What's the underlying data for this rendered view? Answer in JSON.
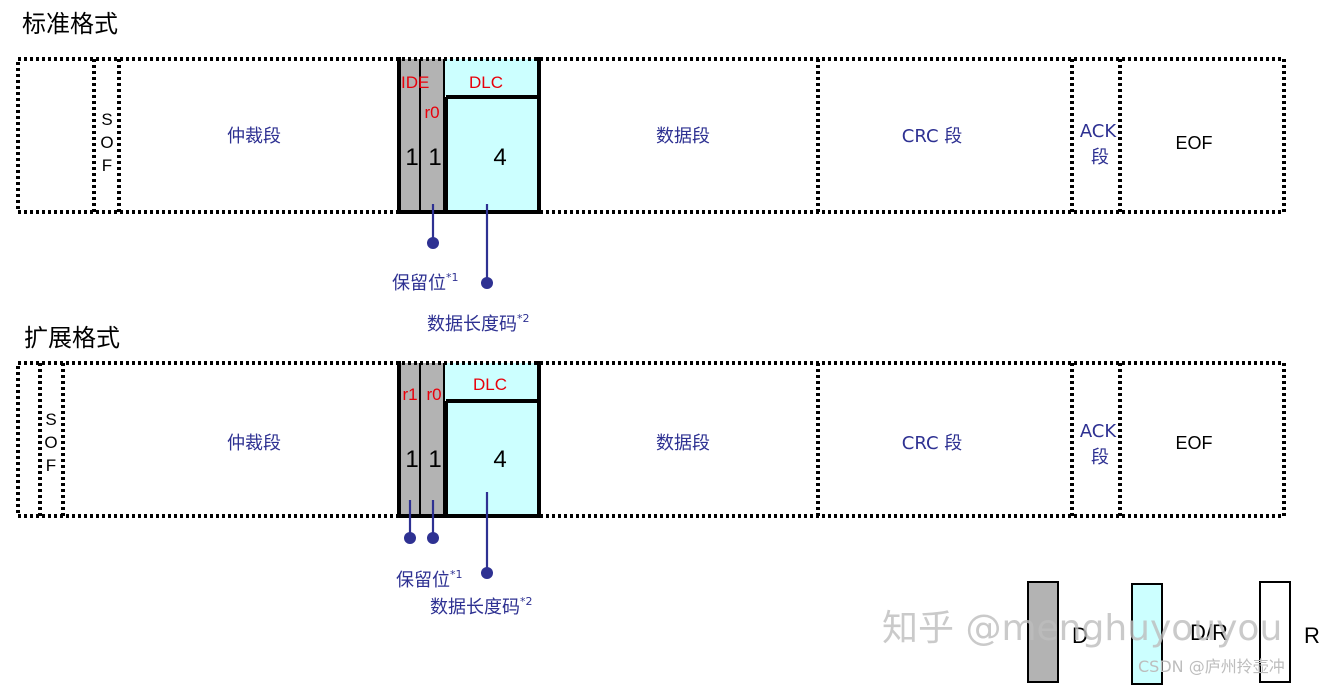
{
  "standard": {
    "title": "标准格式",
    "sof": [
      "S",
      "O",
      "F"
    ],
    "arbitration": "仲裁段",
    "ide": "IDE",
    "r0": "r0",
    "dlc": "DLC",
    "bit1": "1",
    "bit2": "1",
    "dlc_len": "4",
    "data": "数据段",
    "crc": "CRC 段",
    "ack1": "ACK",
    "ack2": "段",
    "eof": "EOF",
    "note_reserved": "保留位",
    "note_reserved_sup": "*1",
    "note_dlc": "数据长度码",
    "note_dlc_sup": "*2"
  },
  "extended": {
    "title": "扩展格式",
    "sof": [
      "S",
      "O",
      "F"
    ],
    "arbitration": "仲裁段",
    "r1": "r1",
    "r0": "r0",
    "dlc": "DLC",
    "bit1": "1",
    "bit2": "1",
    "dlc_len": "4",
    "data": "数据段",
    "crc": "CRC 段",
    "ack1": "ACK",
    "ack2": "段",
    "eof": "EOF",
    "note_reserved": "保留位",
    "note_reserved_sup": "*1",
    "note_dlc": "数据长度码",
    "note_dlc_sup": "*2"
  },
  "legend": {
    "d": "D",
    "dr": "D/R",
    "r": "R"
  },
  "watermark": {
    "zhihu": "知乎 @menghuyouyou",
    "csdn": "CSDN @庐州拎壶冲"
  },
  "colors": {
    "dominant_gray": "#b3b3b3",
    "dlc_cyan": "#ccffff",
    "label_blue": "#2e3192",
    "label_red": "#e8000b"
  }
}
